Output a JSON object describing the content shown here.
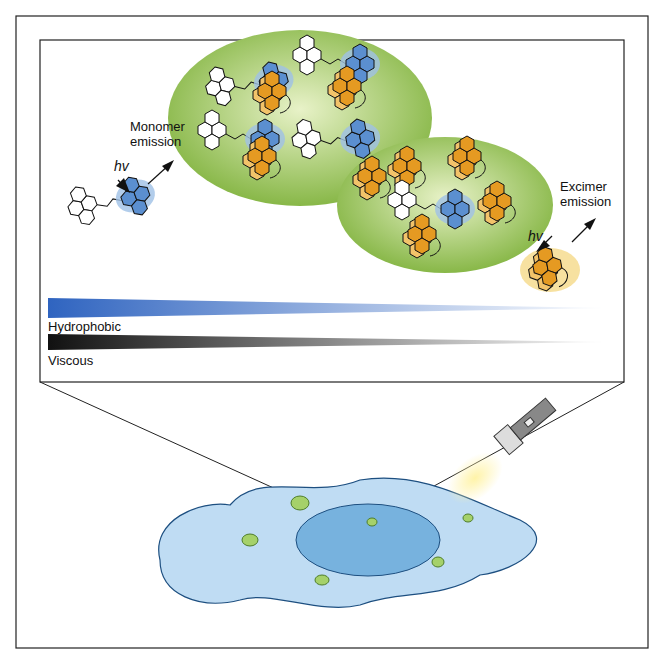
{
  "diagram": {
    "labels": [
      "hv",
      "Monomer emission",
      "hv",
      "Excimer emission",
      "Hydrophobic",
      "Viscous"
    ]
  }
}
